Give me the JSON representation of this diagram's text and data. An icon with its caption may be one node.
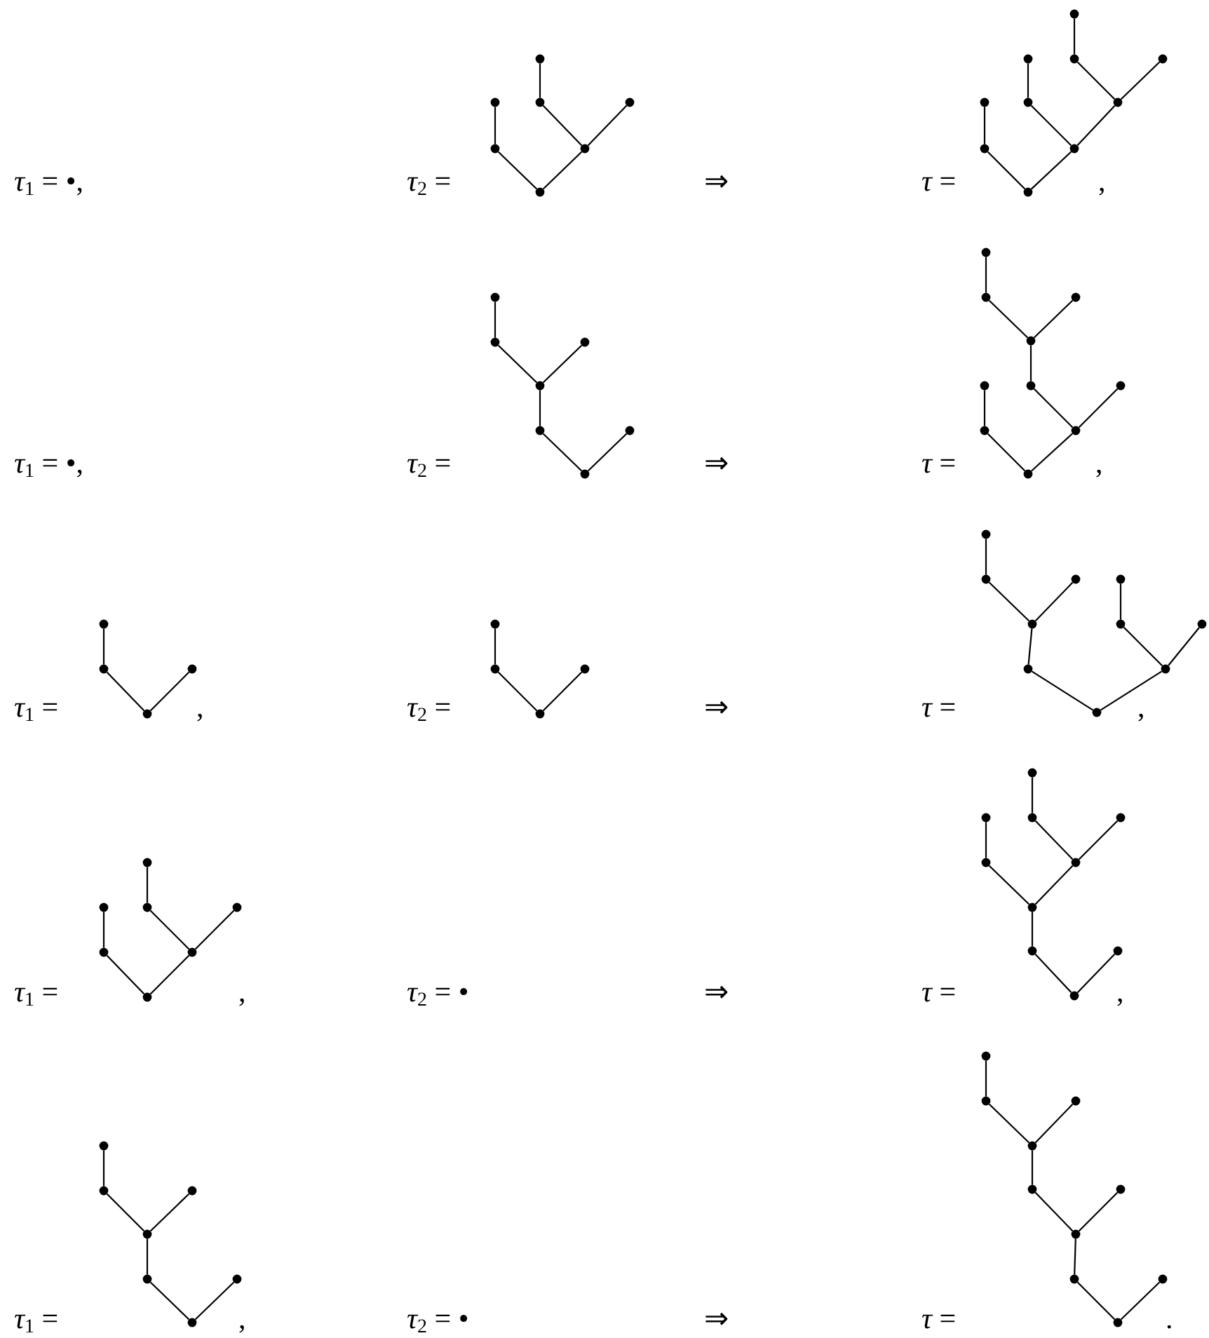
{
  "diagram": {
    "nodes": [
      {
        "text": [],
        "shape": "circle"
      },
      {
        "text": [],
        "shape": "circle"
      },
      {
        "text": [],
        "shape": "circle"
      },
      {
        "text": [],
        "shape": "circle"
      },
      {
        "text": [],
        "shape": "circle"
      },
      {
        "text": [],
        "shape": "circle"
      },
      {
        "text": [],
        "shape": "circle"
      },
      {
        "text": [],
        "shape": "circle"
      },
      {
        "text": [],
        "shape": "circle"
      },
      {
        "text": [],
        "shape": "circle"
      },
      {
        "text": [],
        "shape": "circle"
      },
      {
        "text": [],
        "shape": "circle"
      },
      {
        "text": [],
        "shape": "circle"
      },
      {
        "text": [],
        "shape": "circle"
      },
      {
        "text": [],
        "shape": "circle"
      },
      {
        "text": [],
        "shape": "circle"
      },
      {
        "text": [],
        "shape": "circle"
      },
      {
        "text": [],
        "shape": "circle"
      },
      {
        "text": [],
        "shape": "circle"
      },
      {
        "text": [],
        "shape": "circle"
      },
      {
        "text": [],
        "shape": "circle"
      },
      {
        "text": [],
        "shape": "circle"
      },
      {
        "text": [],
        "shape": "circle"
      },
      {
        "text": [],
        "shape": "circle"
      },
      {
        "text": [],
        "shape": "circle"
      },
      {
        "text": [],
        "shape": "circle"
      },
      {
        "text": [],
        "shape": "circle"
      },
      {
        "text": [],
        "shape": "circle"
      },
      {
        "text": [],
        "shape": "circle"
      },
      {
        "text": [],
        "shape": "circle"
      },
      {
        "text": [],
        "shape": "circle"
      },
      {
        "text": [],
        "shape": "circle"
      },
      {
        "text": [],
        "shape": "circle"
      },
      {
        "text": [],
        "shape": "circle"
      },
      {
        "text": [],
        "shape": "circle"
      },
      {
        "text": [],
        "shape": "circle"
      },
      {
        "text": [],
        "shape": "circle"
      },
      {
        "text": [],
        "shape": "circle"
      },
      {
        "text": [],
        "shape": "circle"
      },
      {
        "text": [],
        "shape": "circle"
      },
      {
        "text": [],
        "shape": "circle"
      },
      {
        "text": [],
        "shape": "circle"
      },
      {
        "text": [],
        "shape": "circle"
      },
      {
        "text": [],
        "shape": "circle"
      },
      {
        "text": [],
        "shape": "circle"
      },
      {
        "text": [],
        "shape": "circle"
      },
      {
        "text": [],
        "shape": "circle"
      },
      {
        "text": [],
        "shape": "circle"
      },
      {
        "text": [],
        "shape": "circle"
      },
      {
        "text": [],
        "shape": "circle"
      },
      {
        "text": [],
        "shape": "circle"
      },
      {
        "text": [],
        "shape": "circle"
      },
      {
        "text": [],
        "shape": "circle"
      },
      {
        "text": [],
        "shape": "circle"
      },
      {
        "text": [],
        "shape": "circle"
      },
      {
        "text": [],
        "shape": "circle"
      },
      {
        "text": [],
        "shape": "circle"
      },
      {
        "text": [],
        "shape": "circle"
      },
      {
        "text": [],
        "shape": "circle"
      },
      {
        "text": [],
        "shape": "circle"
      },
      {
        "text": [],
        "shape": "circle"
      },
      {
        "text": [],
        "shape": "circle"
      },
      {
        "text": [],
        "shape": "circle"
      },
      {
        "text": [],
        "shape": "circle"
      },
      {
        "text": [],
        "shape": "circle"
      },
      {
        "text": [],
        "shape": "circle"
      },
      {
        "text": [],
        "shape": "circle"
      },
      {
        "text": [],
        "shape": "circle"
      },
      {
        "text": [],
        "shape": "circle"
      },
      {
        "text": [],
        "shape": "circle"
      },
      {
        "text": [],
        "shape": "circle"
      },
      {
        "text": [],
        "shape": "circle"
      },
      {
        "text": [],
        "shape": "circle"
      },
      {
        "text": [],
        "shape": "circle"
      },
      {
        "text": [],
        "shape": "circle"
      },
      {
        "text": [],
        "shape": "circle"
      },
      {
        "text": [],
        "shape": "circle"
      },
      {
        "text": [],
        "shape": "circle"
      },
      {
        "text": [],
        "shape": "circle"
      },
      {
        "text": [],
        "shape": "circle"
      },
      {
        "text": [],
        "shape": "circle"
      },
      {
        "text": [],
        "shape": "circle"
      },
      {
        "text": [],
        "shape": "circle"
      },
      {
        "text": [],
        "shape": "circle"
      },
      {
        "text": [],
        "shape": "circle"
      },
      {
        "text": [],
        "shape": "circle"
      }
    ],
    "edges": [
      {
        "from": 0,
        "to": 2,
        "arrow": "none"
      },
      {
        "from": 1,
        "to": 4,
        "arrow": "none"
      },
      {
        "from": 2,
        "to": 5,
        "arrow": "none"
      },
      {
        "from": 3,
        "to": 5,
        "arrow": "none"
      },
      {
        "from": 4,
        "to": 6,
        "arrow": "none"
      },
      {
        "from": 5,
        "to": 6,
        "arrow": "none"
      },
      {
        "from": 7,
        "to": 9,
        "arrow": "none"
      },
      {
        "from": 8,
        "to": 12,
        "arrow": "none"
      },
      {
        "from": 9,
        "to": 13,
        "arrow": "none"
      },
      {
        "from": 10,
        "to": 13,
        "arrow": "none"
      },
      {
        "from": 11,
        "to": 14,
        "arrow": "none"
      },
      {
        "from": 12,
        "to": 15,
        "arrow": "none"
      },
      {
        "from": 13,
        "to": 15,
        "arrow": "none"
      },
      {
        "from": 14,
        "to": 16,
        "arrow": "none"
      },
      {
        "from": 15,
        "to": 16,
        "arrow": "none"
      },
      {
        "from": 17,
        "to": 18,
        "arrow": "none"
      },
      {
        "from": 18,
        "to": 20,
        "arrow": "none"
      },
      {
        "from": 19,
        "to": 20,
        "arrow": "none"
      },
      {
        "from": 20,
        "to": 21,
        "arrow": "none"
      },
      {
        "from": 21,
        "to": 23,
        "arrow": "none"
      },
      {
        "from": 22,
        "to": 23,
        "arrow": "none"
      },
      {
        "from": 24,
        "to": 25,
        "arrow": "none"
      },
      {
        "from": 25,
        "to": 27,
        "arrow": "none"
      },
      {
        "from": 26,
        "to": 27,
        "arrow": "none"
      },
      {
        "from": 27,
        "to": 29,
        "arrow": "none"
      },
      {
        "from": 28,
        "to": 31,
        "arrow": "none"
      },
      {
        "from": 29,
        "to": 32,
        "arrow": "none"
      },
      {
        "from": 30,
        "to": 32,
        "arrow": "none"
      },
      {
        "from": 31,
        "to": 33,
        "arrow": "none"
      },
      {
        "from": 32,
        "to": 33,
        "arrow": "none"
      },
      {
        "from": 34,
        "to": 35,
        "arrow": "none"
      },
      {
        "from": 35,
        "to": 37,
        "arrow": "none"
      },
      {
        "from": 36,
        "to": 37,
        "arrow": "none"
      },
      {
        "from": 38,
        "to": 39,
        "arrow": "none"
      },
      {
        "from": 39,
        "to": 41,
        "arrow": "none"
      },
      {
        "from": 40,
        "to": 41,
        "arrow": "none"
      },
      {
        "from": 42,
        "to": 43,
        "arrow": "none"
      },
      {
        "from": 43,
        "to": 46,
        "arrow": "none"
      },
      {
        "from": 44,
        "to": 46,
        "arrow": "none"
      },
      {
        "from": 45,
        "to": 47,
        "arrow": "none"
      },
      {
        "from": 46,
        "to": 49,
        "arrow": "none"
      },
      {
        "from": 47,
        "to": 50,
        "arrow": "none"
      },
      {
        "from": 48,
        "to": 50,
        "arrow": "none"
      },
      {
        "from": 49,
        "to": 51,
        "arrow": "none"
      },
      {
        "from": 50,
        "to": 51,
        "arrow": "none"
      },
      {
        "from": 52,
        "to": 54,
        "arrow": "none"
      },
      {
        "from": 53,
        "to": 56,
        "arrow": "none"
      },
      {
        "from": 54,
        "to": 57,
        "arrow": "none"
      },
      {
        "from": 55,
        "to": 57,
        "arrow": "none"
      },
      {
        "from": 56,
        "to": 58,
        "arrow": "none"
      },
      {
        "from": 57,
        "to": 58,
        "arrow": "none"
      },
      {
        "from": 59,
        "to": 61,
        "arrow": "none"
      },
      {
        "from": 60,
        "to": 63,
        "arrow": "none"
      },
      {
        "from": 61,
        "to": 64,
        "arrow": "none"
      },
      {
        "from": 62,
        "to": 64,
        "arrow": "none"
      },
      {
        "from": 63,
        "to": 65,
        "arrow": "none"
      },
      {
        "from": 64,
        "to": 65,
        "arrow": "none"
      },
      {
        "from": 65,
        "to": 66,
        "arrow": "none"
      },
      {
        "from": 66,
        "to": 68,
        "arrow": "none"
      },
      {
        "from": 67,
        "to": 68,
        "arrow": "none"
      },
      {
        "from": 69,
        "to": 70,
        "arrow": "none"
      },
      {
        "from": 70,
        "to": 72,
        "arrow": "none"
      },
      {
        "from": 71,
        "to": 72,
        "arrow": "none"
      },
      {
        "from": 72,
        "to": 73,
        "arrow": "none"
      },
      {
        "from": 73,
        "to": 75,
        "arrow": "none"
      },
      {
        "from": 74,
        "to": 75,
        "arrow": "none"
      },
      {
        "from": 76,
        "to": 77,
        "arrow": "none"
      },
      {
        "from": 77,
        "to": 79,
        "arrow": "none"
      },
      {
        "from": 78,
        "to": 79,
        "arrow": "none"
      },
      {
        "from": 79,
        "to": 80,
        "arrow": "none"
      },
      {
        "from": 80,
        "to": 82,
        "arrow": "none"
      },
      {
        "from": 81,
        "to": 82,
        "arrow": "none"
      },
      {
        "from": 82,
        "to": 83,
        "arrow": "none"
      },
      {
        "from": 83,
        "to": 85,
        "arrow": "none"
      },
      {
        "from": 84,
        "to": 85,
        "arrow": "none"
      }
    ],
    "labels": [
      "*τ*$_{1}$ = •,",
      "*τ*$_{2}$ =",
      "⇒",
      "*τ* =",
      ",",
      "*τ*$_{1}$ = •,",
      "*τ*$_{2}$ =",
      "⇒",
      "*τ* =",
      ",",
      "*τ*$_{1}$ =",
      ",",
      "*τ*$_{2}$ =",
      "⇒",
      "*τ* =",
      ",",
      "*τ*$_{1}$ =",
      ",",
      "*τ*$_{2}$ = •",
      "⇒",
      "*τ* =",
      ",",
      "*τ*$_{1}$ =",
      ",",
      "*τ*$_{2}$ = •",
      "⇒",
      "*τ* =",
      "."
    ]
  }
}
